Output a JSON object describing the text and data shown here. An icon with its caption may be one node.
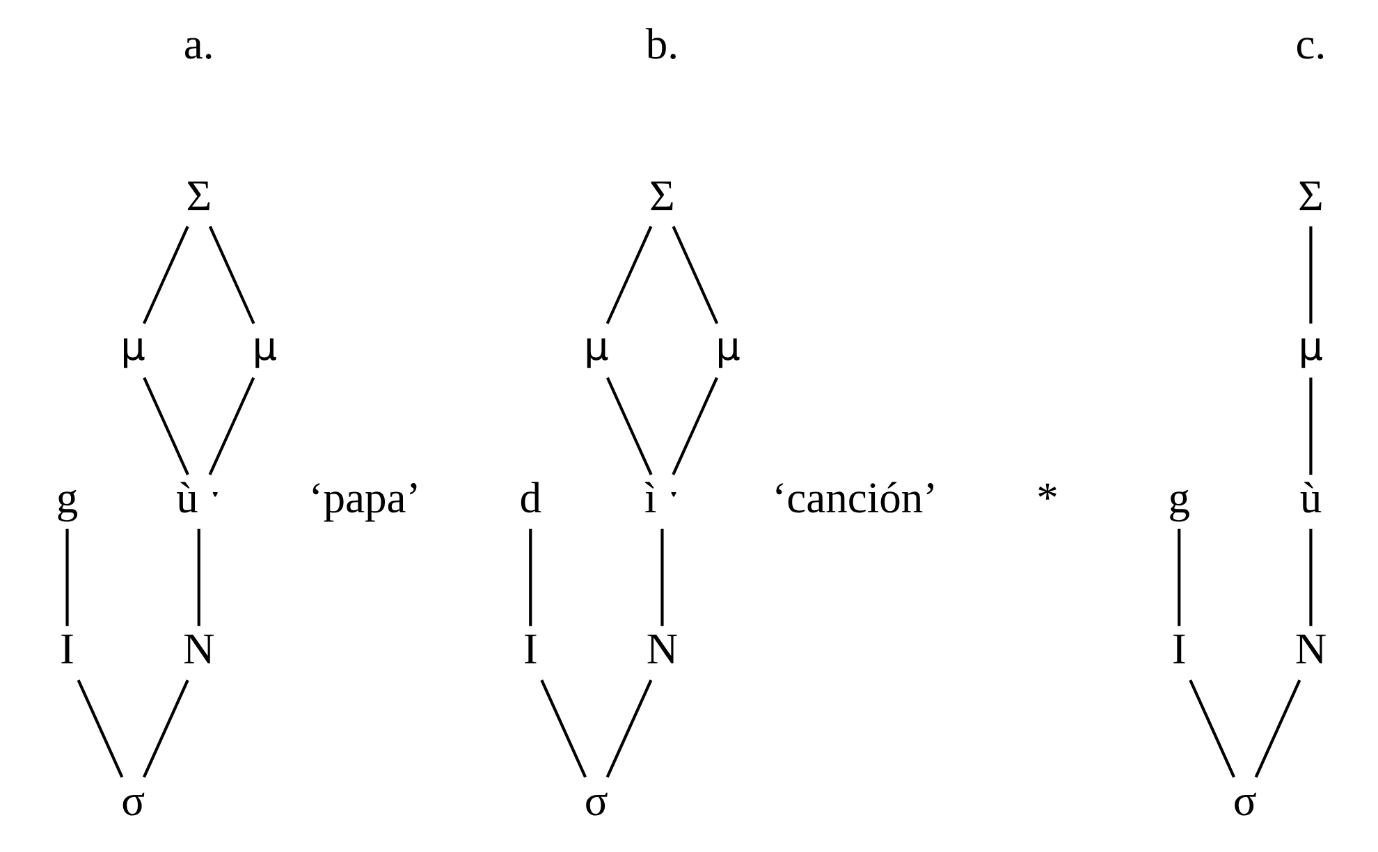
{
  "diagram": {
    "nodes": [
      {
        "text": [
          "Σ"
        ]
      },
      {
        "text": [
          "μ"
        ]
      },
      {
        "text": [
          "μ"
        ]
      },
      {
        "text": [
          "g"
        ]
      },
      {
        "text": [
          "ù ˑ"
        ]
      },
      {
        "text": [
          "I"
        ]
      },
      {
        "text": [
          "N"
        ]
      },
      {
        "text": [
          "σ"
        ]
      },
      {
        "text": [
          "Σ"
        ]
      },
      {
        "text": [
          "μ"
        ]
      },
      {
        "text": [
          "μ"
        ]
      },
      {
        "text": [
          "d"
        ]
      },
      {
        "text": [
          "ì ˑ"
        ]
      },
      {
        "text": [
          "I"
        ]
      },
      {
        "text": [
          "N"
        ]
      },
      {
        "text": [
          "σ"
        ]
      },
      {
        "text": [
          "Σ"
        ]
      },
      {
        "text": [
          "μ"
        ]
      },
      {
        "text": [
          "g"
        ]
      },
      {
        "text": [
          "ù"
        ]
      },
      {
        "text": [
          "I"
        ]
      },
      {
        "text": [
          "N"
        ]
      },
      {
        "text": [
          "σ"
        ]
      }
    ],
    "edges": [
      {
        "from": 0,
        "to": 1,
        "arrow": "none"
      },
      {
        "from": 0,
        "to": 2,
        "arrow": "none"
      },
      {
        "from": 1,
        "to": 4,
        "arrow": "none"
      },
      {
        "from": 2,
        "to": 4,
        "arrow": "none"
      },
      {
        "from": 3,
        "to": 5,
        "arrow": "none"
      },
      {
        "from": 4,
        "to": 6,
        "arrow": "none"
      },
      {
        "from": 5,
        "to": 7,
        "arrow": "none"
      },
      {
        "from": 6,
        "to": 7,
        "arrow": "none"
      },
      {
        "from": 8,
        "to": 9,
        "arrow": "none"
      },
      {
        "from": 8,
        "to": 10,
        "arrow": "none"
      },
      {
        "from": 9,
        "to": 12,
        "arrow": "none"
      },
      {
        "from": 10,
        "to": 12,
        "arrow": "none"
      },
      {
        "from": 11,
        "to": 13,
        "arrow": "none"
      },
      {
        "from": 12,
        "to": 14,
        "arrow": "none"
      },
      {
        "from": 13,
        "to": 15,
        "arrow": "none"
      },
      {
        "from": 14,
        "to": 15,
        "arrow": "none"
      },
      {
        "from": 16,
        "to": 17,
        "arrow": "none"
      },
      {
        "from": 17,
        "to": 19,
        "arrow": "none"
      },
      {
        "from": 18,
        "to": 20,
        "arrow": "none"
      },
      {
        "from": 19,
        "to": 21,
        "arrow": "none"
      },
      {
        "from": 20,
        "to": 22,
        "arrow": "none"
      },
      {
        "from": 21,
        "to": 22,
        "arrow": "none"
      }
    ],
    "labels": [
      "a.",
      "b.",
      "c.",
      "‘papa’",
      "‘canción’",
      "*"
    ]
  }
}
